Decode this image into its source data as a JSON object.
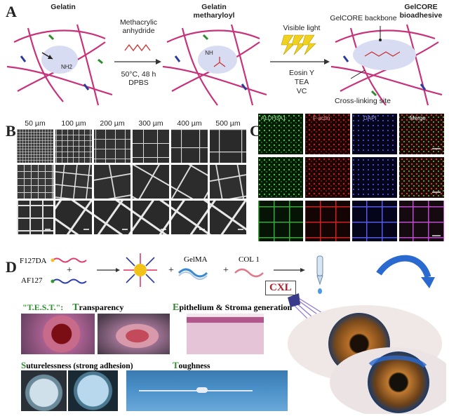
{
  "panel_a": {
    "label": "A",
    "gelatin": "Gelatin",
    "reagent": "Methacrylic anhydride",
    "conditions1": "50°C, 48 h",
    "conditions2": "DPBS",
    "gelma_line1": "Gelatin",
    "gelma_line2": "metharyloyl",
    "light": "Visible light",
    "eosin": "Eosin Y",
    "tea": "TEA",
    "vc": "VC",
    "backbone": "GelCORE backbone",
    "bioadhesive_line1": "GelCORE",
    "bioadhesive_line2": "bioadhesive",
    "crosslink": "Cross-linking site",
    "nh2": "NH2",
    "nh": "NH"
  },
  "panel_b": {
    "label": "B",
    "sizes": [
      "50 µm",
      "100 µm",
      "200 µm",
      "300 µm",
      "400 µm",
      "500 µm"
    ]
  },
  "panel_c": {
    "label": "C",
    "channels": [
      "ALDH3A1",
      "F-actin",
      "DAPI",
      "Merge"
    ]
  },
  "panel_d": {
    "label": "D",
    "f127da": "F127DA",
    "af127": "AF127",
    "plus": "+",
    "gelma": "GelMA",
    "col1": "COL 1",
    "cxl": "CXL",
    "test": "\"T.E.S.T.\":",
    "transparency_initial": "T",
    "transparency_rest": "ransparency",
    "epithelium_initial": "E",
    "epithelium_rest": "pithelium & Stroma generation",
    "suture_initial": "S",
    "suture_rest": "uturelessness (strong adhesion)",
    "tough_initial": "T",
    "tough_rest": "oughness"
  },
  "colors": {
    "magenta": "#c8327a",
    "green": "#2e8b2e",
    "blue_arrow": "#2a6ad0",
    "cxl_red": "#b0202a"
  }
}
